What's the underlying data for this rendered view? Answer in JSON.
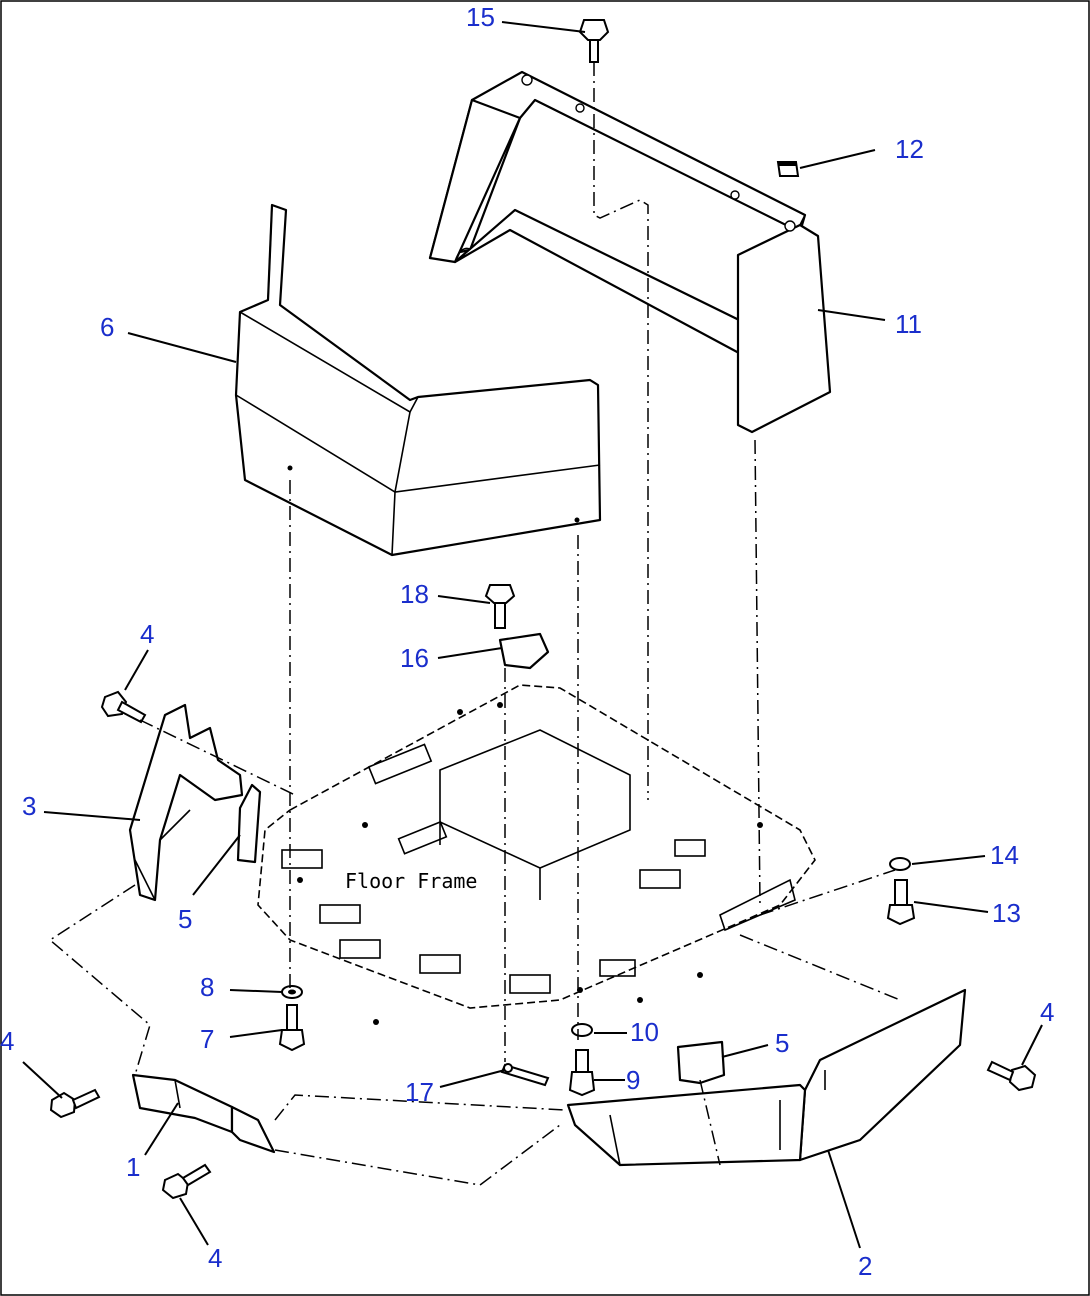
{
  "diagram": {
    "floor_label": "Floor Frame",
    "callouts": {
      "c1": "1",
      "c2": "2",
      "c3": "3",
      "c4a": "4",
      "c4b": "4",
      "c4c": "4",
      "c4d": "4",
      "c5a": "5",
      "c5b": "5",
      "c6": "6",
      "c7": "7",
      "c8": "8",
      "c9": "9",
      "c10": "10",
      "c11": "11",
      "c12": "12",
      "c13": "13",
      "c14": "14",
      "c15": "15",
      "c16": "16",
      "c17": "17",
      "c18": "18"
    },
    "colors": {
      "callout": "#1a2ecc",
      "line": "#000000",
      "background": "#ffffff"
    }
  }
}
